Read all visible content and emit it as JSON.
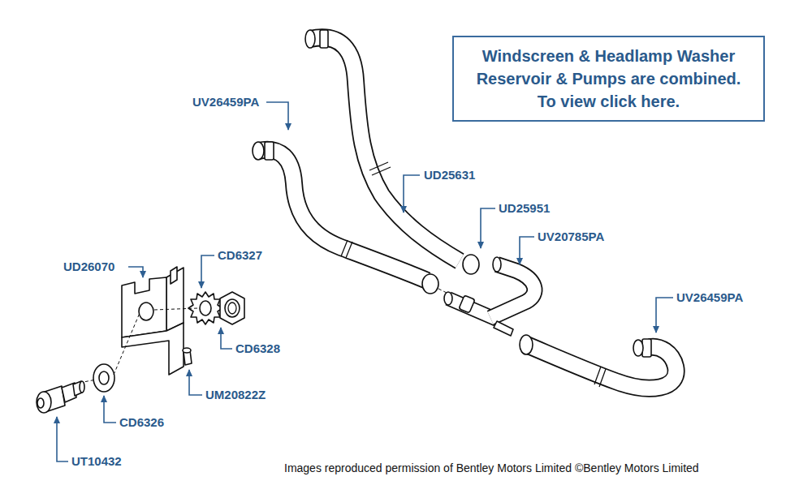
{
  "diagram": {
    "nodes": [
      {
        "text": [
          "Windscreen & Headlamp Washer Reservoir & Pumps are combined. To view click here."
        ]
      }
    ],
    "labels": [
      "UV26459PA",
      "UD25631",
      "UD25951",
      "UV20785PA",
      "UV26459PA",
      "UD26070",
      "CD6327",
      "CD6328",
      "UM20822Z",
      "CD6326",
      "UT10432"
    ],
    "caption": "Images reproduced permission of Bentley Motors Limited ©Bentley Motors Limited"
  }
}
